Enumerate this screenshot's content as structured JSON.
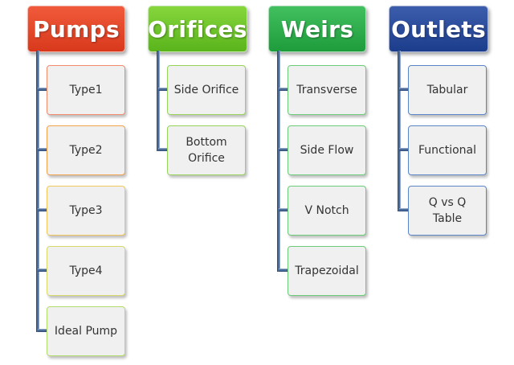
{
  "columns": [
    {
      "title": "Pumps",
      "header_color": "#d8391c",
      "header_gradient_top": "#f05a3a",
      "items": [
        {
          "label": "Type1",
          "border_color": "#f08c6c"
        },
        {
          "label": "Type2",
          "border_color": "#f0a24c"
        },
        {
          "label": "Type3",
          "border_color": "#f0c85c"
        },
        {
          "label": "Type4",
          "border_color": "#d8d86c"
        },
        {
          "label": "Ideal Pump",
          "border_color": "#b4dc6c"
        }
      ]
    },
    {
      "title": "Orifices",
      "header_color": "#5ab41c",
      "header_gradient_top": "#86d63c",
      "items": [
        {
          "label": "Side Orifice",
          "border_color": "#96d45c"
        },
        {
          "label": "Bottom\nOrifice",
          "border_color": "#96d45c"
        }
      ]
    },
    {
      "title": "Weirs",
      "header_color": "#1e9c3c",
      "header_gradient_top": "#42c060",
      "items": [
        {
          "label": "Transverse",
          "border_color": "#6ccc7a"
        },
        {
          "label": "Side Flow",
          "border_color": "#6ccc7a"
        },
        {
          "label": "V Notch",
          "border_color": "#6ccc7a"
        },
        {
          "label": "Trapezoidal",
          "border_color": "#6ccc7a"
        }
      ]
    },
    {
      "title": "Outlets",
      "header_color": "#1c3c8c",
      "header_gradient_top": "#3c5cac",
      "items": [
        {
          "label": "Tabular",
          "border_color": "#5a86c8"
        },
        {
          "label": "Functional",
          "border_color": "#5a86c8"
        },
        {
          "label": "Q vs Q\nTable",
          "border_color": "#5a86c8"
        }
      ]
    }
  ]
}
